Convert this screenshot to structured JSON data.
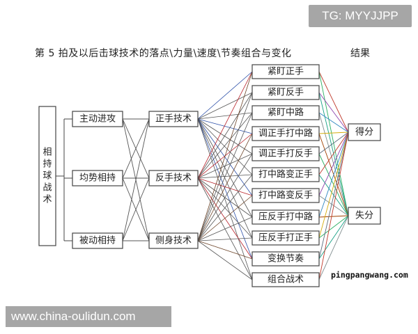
{
  "watermark_top": "TG: MYYJJPP",
  "watermark_bottom": "www.china-oulidun.com",
  "heading": "第 5 拍及以后击球技术的落点\\力量\\速度\\节奏组合与变化",
  "result_label": "结果",
  "site_mark": "pingpangwang.com",
  "nodes": {
    "root": "相持球战术",
    "stance": [
      "主动进攻",
      "均势相持",
      "被动相持"
    ],
    "technique": [
      "正手技术",
      "反手技术",
      "侧身技术"
    ],
    "tactics": [
      "紧盯正手",
      "紧盯反手",
      "紧盯中路",
      "调正手打中路",
      "调正手打反手",
      "打中路变正手",
      "打中路变反手",
      "压反手打中路",
      "压反手打正手",
      "变换节奏",
      "组合战术"
    ],
    "result": [
      "得分",
      "失分"
    ]
  },
  "colors": {
    "forehand_link": "#2b4fa8",
    "backhand_link": "#b8222a",
    "sidestep_link": "#6b4226",
    "score_links": [
      "#c0392b",
      "#8e44ad",
      "#2e86c1",
      "#d4ac0d",
      "#5d6d7e"
    ],
    "lose_links": [
      "#27ae60",
      "#16a085",
      "#7f8c8d",
      "#a04000"
    ]
  }
}
